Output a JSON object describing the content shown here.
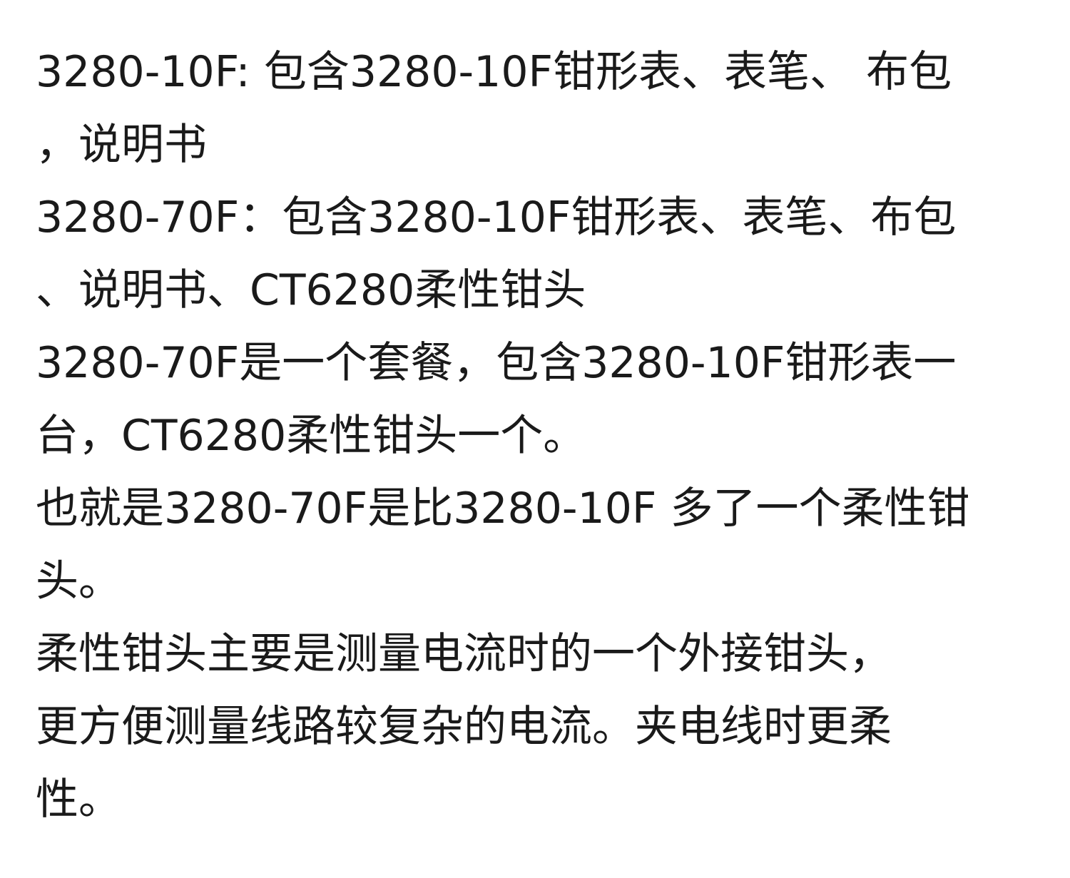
{
  "document": {
    "lines": [
      "3280-10F: 包含3280-10F钳形表、表笔、 布包",
      "，说明书",
      "3280-70F：包含3280-10F钳形表、表笔、布包",
      "、说明书、CT6280柔性钳头",
      "3280-70F是一个套餐，包含3280-10F钳形表一",
      "台，CT6280柔性钳头一个。",
      "也就是3280-70F是比3280-10F 多了一个柔性钳",
      "头。",
      "柔性钳头主要是测量电流时的一个外接钳头，",
      "更方便测量线路较复杂的电流。夹电线时更柔",
      "性。"
    ]
  }
}
